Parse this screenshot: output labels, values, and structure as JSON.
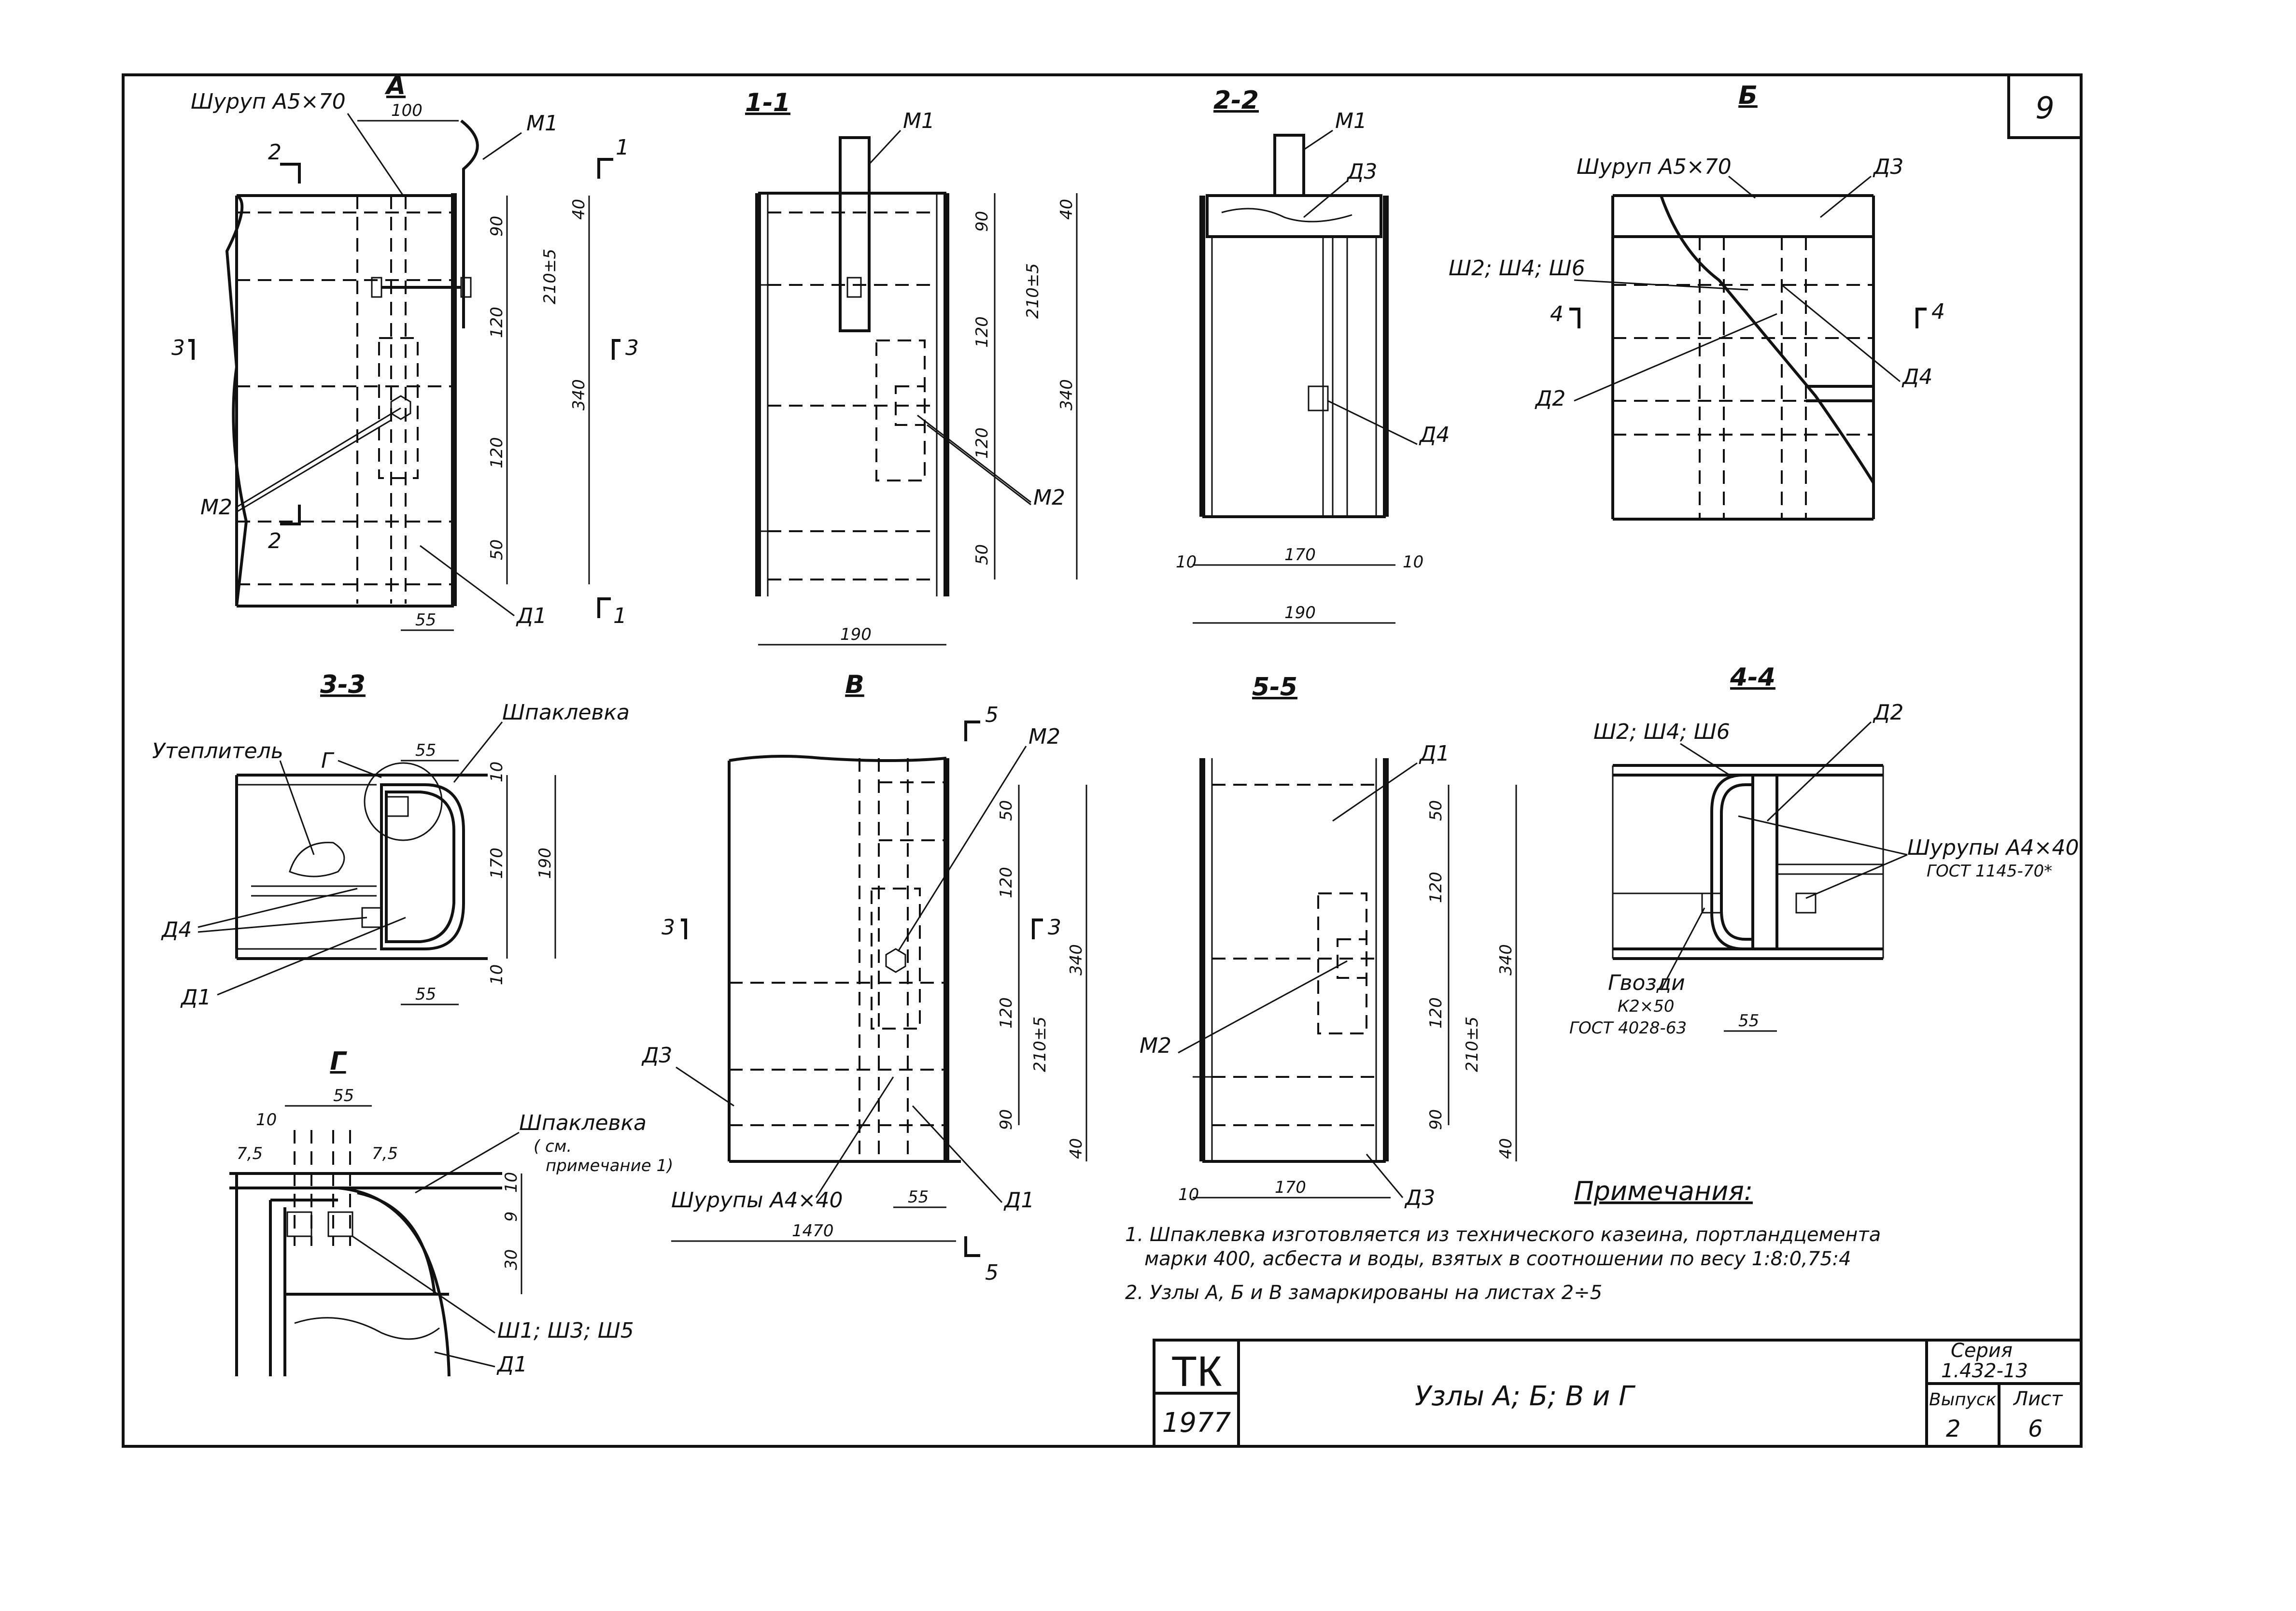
{
  "sheet": {
    "number": "9"
  },
  "views": {
    "A": {
      "title": "А",
      "screw": "Шуруп А5×70",
      "m1": "М1",
      "m2": "М2",
      "d1": "Д1",
      "d100": "100",
      "d55": "55",
      "d40": "40",
      "d90": "90",
      "d210": "210±5",
      "d120a": "120",
      "d340": "340",
      "d120b": "120",
      "d50": "50",
      "sec1": "1",
      "sec2": "2",
      "sec3": "3"
    },
    "s11": {
      "title": "1-1",
      "m1": "М1",
      "m2": "М2",
      "d40": "40",
      "d90": "90",
      "d210": "210±5",
      "d120a": "120",
      "d340": "340",
      "d120b": "120",
      "d50": "50",
      "d190": "190"
    },
    "s22": {
      "title": "2-2",
      "m1": "М1",
      "d3": "Д3",
      "d4": "Д4",
      "d10a": "10",
      "d170": "170",
      "d10b": "10",
      "d190": "190"
    },
    "B": {
      "title": "Б",
      "screw": "Шуруп А5×70",
      "d3": "Д3",
      "d4": "Д4",
      "d2": "Д2",
      "washers": "Ш2; Ш4; Ш6",
      "sec4": "4"
    },
    "s33": {
      "title": "3-3",
      "insul": "Утеплитель",
      "g": "Г",
      "putty": "Шпаклевка",
      "d4": "Д4",
      "d1": "Д1",
      "d55a": "55",
      "d55b": "55",
      "d10a": "10",
      "d170": "170",
      "d190": "190",
      "d10b": "10"
    },
    "V": {
      "title": "В",
      "m2": "М2",
      "d3": "Д3",
      "d1": "Д1",
      "screws": "Шурупы А4×40",
      "d50": "50",
      "d120a": "120",
      "d340": "340",
      "d120b": "120",
      "d210": "210±5",
      "d90": "90",
      "d40": "40",
      "d55": "55",
      "d1470": "1470",
      "sec5": "5",
      "sec3": "3"
    },
    "s55": {
      "title": "5-5",
      "d1": "Д1",
      "m2": "М2",
      "d3": "Д3",
      "d50": "50",
      "d120a": "120",
      "d340": "340",
      "d120b": "120",
      "d210": "210±5",
      "d90": "90",
      "d40": "40",
      "d10": "10",
      "d170": "170"
    },
    "s44": {
      "title": "4-4",
      "washers": "Ш2; Ш4; Ш6",
      "d2": "Д2",
      "screws": "Шурупы А4×40",
      "screws_std": "ГОСТ 1145-70*",
      "nails": "Гвозди",
      "nails_size": "К2×50",
      "nails_std": "ГОСТ 4028-63",
      "d55": "55"
    },
    "G": {
      "title": "Г",
      "d55": "55",
      "d10": "10",
      "d75a": "7,5",
      "d75b": "7,5",
      "putty": "Шпаклевка",
      "putty_ref1": "( см.",
      "putty_ref2": "примечание 1)",
      "d10b": "10",
      "d9": "9",
      "d30": "30",
      "washers": "Ш1; Ш3; Ш5",
      "d1": "Д1"
    }
  },
  "notes": {
    "title": "Примечания:",
    "n1a": "1. Шпаклевка изготовляется из технического казеина, портландцемента",
    "n1b": "марки 400, асбеста и воды, взятых в соотношении по весу 1:8:0,75:4",
    "n2": "2. Узлы А, Б и В замаркированы на листах 2÷5"
  },
  "titleblock": {
    "org": "ТК",
    "year": "1977",
    "title": "Узлы А; Б; В и Г",
    "series_label": "Серия",
    "series_value": "1.432-13",
    "issue_label": "Выпуск",
    "issue_value": "2",
    "sheet_label": "Лист",
    "sheet_value": "6"
  }
}
